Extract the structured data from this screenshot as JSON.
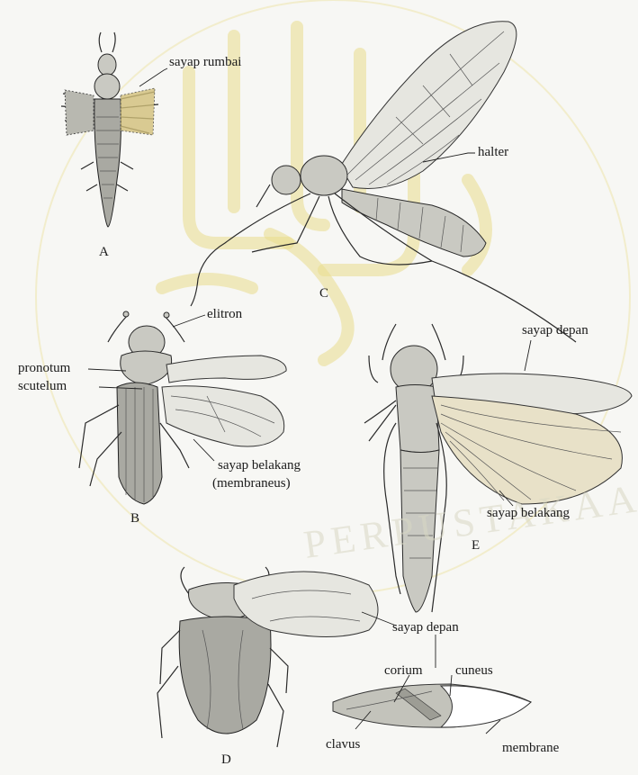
{
  "watermark": {
    "text": "PERPUSTAKAAN",
    "color": "#e9dc8c"
  },
  "panels": {
    "A": {
      "letter": "A",
      "labels": {
        "wing": "sayap rumbai"
      }
    },
    "B": {
      "letter": "B",
      "labels": {
        "elytron": "elitron",
        "pronotum": "pronotum",
        "scutellum": "scutelum",
        "hindwing": "sayap belakang",
        "hindwing_note": "(membraneus)"
      }
    },
    "C": {
      "letter": "C",
      "labels": {
        "halter": "halter"
      }
    },
    "D": {
      "letter": "D",
      "labels": {
        "forewing": "sayap depan",
        "corium": "corium",
        "cuneus": "cuneus",
        "clavus": "clavus",
        "membrane": "membrane"
      }
    },
    "E": {
      "letter": "E",
      "labels": {
        "forewing": "sayap depan",
        "hindwing": "sayap belakang"
      }
    }
  }
}
